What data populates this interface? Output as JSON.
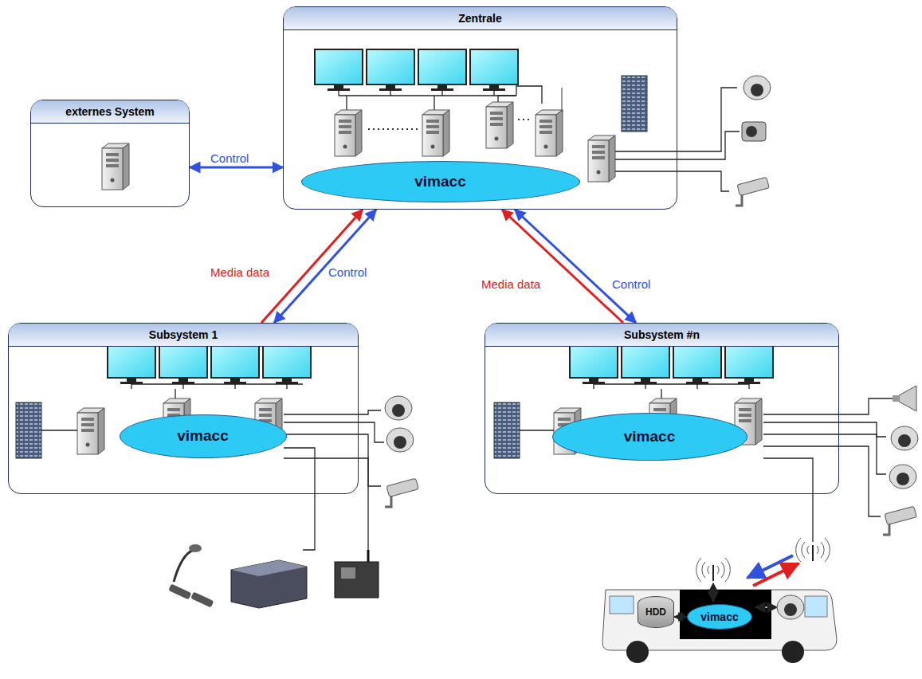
{
  "diagram": {
    "nodes": [
      {
        "text": [
          "externes System"
        ]
      },
      {
        "text": [
          "Zentrale"
        ]
      },
      {
        "text": [
          "vimacc"
        ],
        "in": 1
      },
      {
        "text": [
          "Subsystem 1"
        ]
      },
      {
        "text": [
          "vimacc"
        ],
        "in": 3
      },
      {
        "text": [
          "Subsystem #n"
        ]
      },
      {
        "text": [
          "vimacc"
        ],
        "in": 5
      },
      {
        "text": [
          "HDD"
        ]
      },
      {
        "text": [
          "vimacc"
        ]
      }
    ],
    "edges": [
      {
        "from": 0,
        "to": 1,
        "arrow": "both",
        "label": "Control"
      },
      {
        "from": 3,
        "to": 1,
        "arrow": "to",
        "label": "Media data"
      },
      {
        "from": 3,
        "to": 1,
        "arrow": "both",
        "label": "Control"
      },
      {
        "from": 5,
        "to": 1,
        "arrow": "to",
        "label": "Media data"
      },
      {
        "from": 5,
        "to": 1,
        "arrow": "both",
        "label": "Control"
      },
      {
        "from": 7,
        "to": 8,
        "arrow": "both"
      }
    ]
  }
}
